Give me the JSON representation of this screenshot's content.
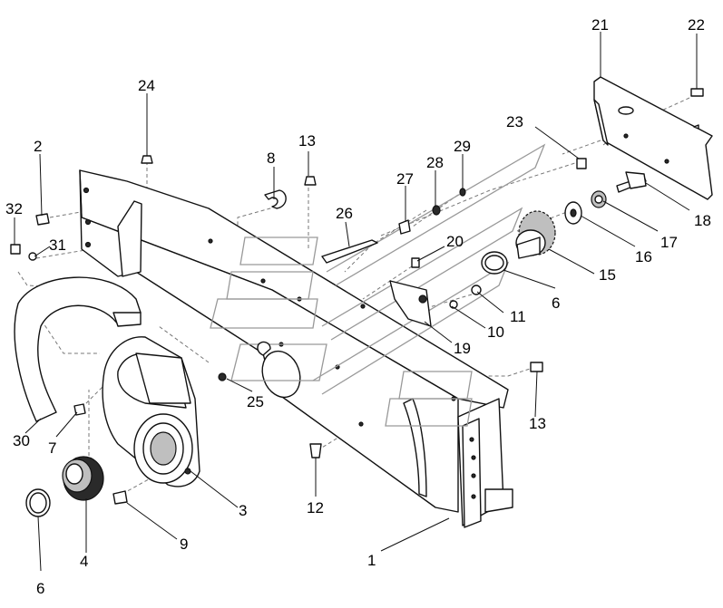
{
  "diagram": {
    "callouts": [
      {
        "id": "c1",
        "label": "1"
      },
      {
        "id": "c2",
        "label": "2"
      },
      {
        "id": "c3",
        "label": "3"
      },
      {
        "id": "c4",
        "label": "4"
      },
      {
        "id": "c6a",
        "label": "6"
      },
      {
        "id": "c6b",
        "label": "6"
      },
      {
        "id": "c7",
        "label": "7"
      },
      {
        "id": "c8",
        "label": "8"
      },
      {
        "id": "c9",
        "label": "9"
      },
      {
        "id": "c10",
        "label": "10"
      },
      {
        "id": "c11",
        "label": "11"
      },
      {
        "id": "c12",
        "label": "12"
      },
      {
        "id": "c13a",
        "label": "13"
      },
      {
        "id": "c13b",
        "label": "13"
      },
      {
        "id": "c15",
        "label": "15"
      },
      {
        "id": "c16",
        "label": "16"
      },
      {
        "id": "c17",
        "label": "17"
      },
      {
        "id": "c18",
        "label": "18"
      },
      {
        "id": "c19",
        "label": "19"
      },
      {
        "id": "c20",
        "label": "20"
      },
      {
        "id": "c21",
        "label": "21"
      },
      {
        "id": "c22",
        "label": "22"
      },
      {
        "id": "c23",
        "label": "23"
      },
      {
        "id": "c24",
        "label": "24"
      },
      {
        "id": "c25",
        "label": "25"
      },
      {
        "id": "c26",
        "label": "26"
      },
      {
        "id": "c27",
        "label": "27"
      },
      {
        "id": "c28",
        "label": "28"
      },
      {
        "id": "c29",
        "label": "29"
      },
      {
        "id": "c30",
        "label": "30"
      },
      {
        "id": "c31",
        "label": "31"
      },
      {
        "id": "c32",
        "label": "32"
      }
    ]
  }
}
